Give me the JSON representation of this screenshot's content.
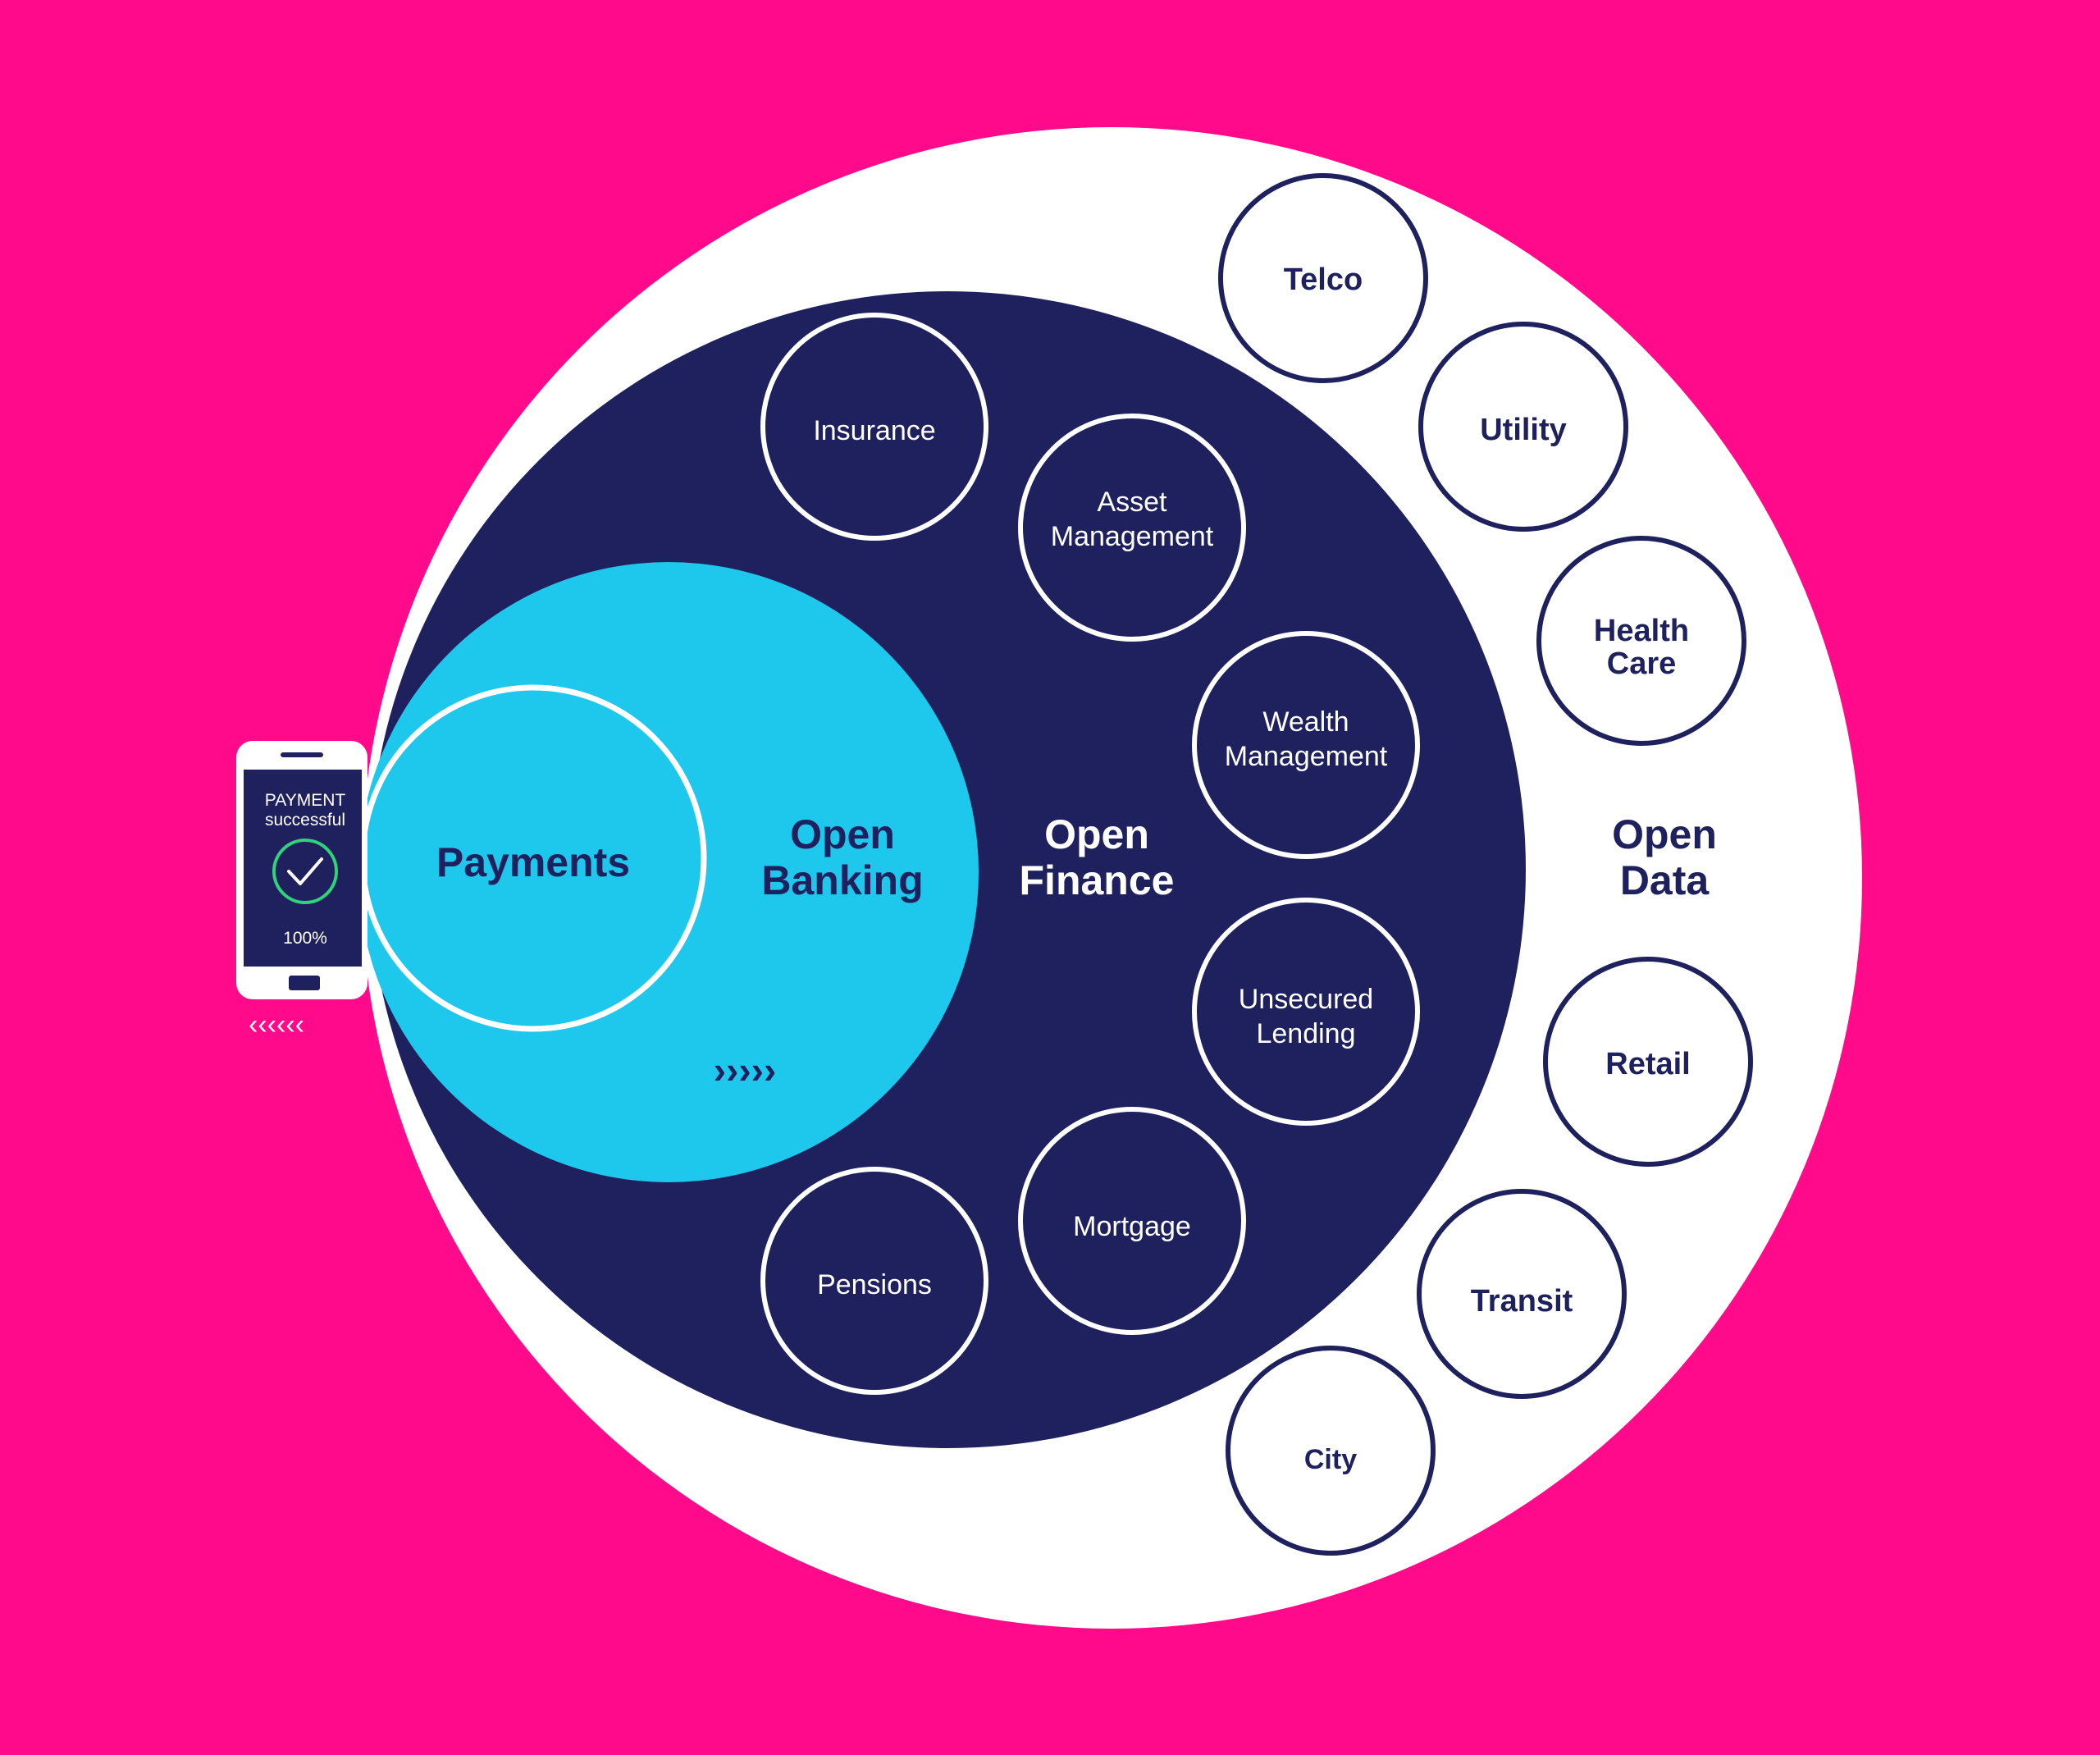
{
  "colors": {
    "background": "#FF0A8A",
    "open_data_fill": "#FFFFFF",
    "open_finance_fill": "#1E215E",
    "open_banking_fill": "#1EC7EC",
    "navy": "#1E215E",
    "white": "#FFFFFF",
    "success_green": "#2ED37A"
  },
  "diagram": {
    "open_data": {
      "label_line1": "Open",
      "label_line2": "Data",
      "items": [
        {
          "label": "Telco",
          "line2": ""
        },
        {
          "label": "Utility",
          "line2": ""
        },
        {
          "label": "Health",
          "line2": "Care"
        },
        {
          "label": "Retail",
          "line2": ""
        },
        {
          "label": "Transit",
          "line2": ""
        },
        {
          "label": "City",
          "line2": ""
        }
      ]
    },
    "open_finance": {
      "label_line1": "Open",
      "label_line2": "Finance",
      "items": [
        {
          "label": "Insurance",
          "line2": ""
        },
        {
          "label": "Asset",
          "line2": "Management"
        },
        {
          "label": "Wealth",
          "line2": "Management"
        },
        {
          "label": "Unsecured",
          "line2": "Lending"
        },
        {
          "label": "Mortgage",
          "line2": ""
        },
        {
          "label": "Pensions",
          "line2": ""
        }
      ]
    },
    "open_banking": {
      "label_line1": "Open",
      "label_line2": "Banking",
      "arrows": "›››››"
    },
    "payments": {
      "label": "Payments"
    },
    "phone": {
      "status_line1": "PAYMENT",
      "status_line2": "successful",
      "progress_text": "100%",
      "progress": 1.0,
      "icon": "checkmark-icon",
      "arrows": "‹‹‹‹‹‹"
    }
  }
}
